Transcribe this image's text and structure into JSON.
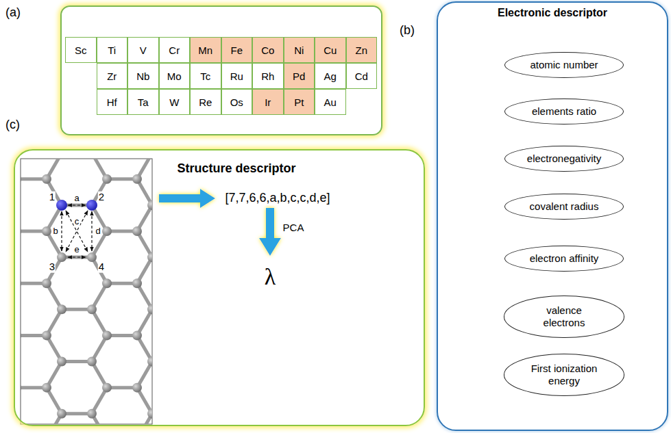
{
  "diagram": {
    "nodes": [
      {
        "text": [
          "(a)"
        ]
      },
      {
        "text": [
          "Sc"
        ],
        "in": 0
      },
      {
        "text": [
          "Ti"
        ],
        "in": 0
      },
      {
        "text": [
          "V"
        ],
        "in": 0
      },
      {
        "text": [
          "Cr"
        ],
        "in": 0
      },
      {
        "text": [
          "Mn"
        ],
        "in": 0
      },
      {
        "text": [
          "Fe"
        ],
        "in": 0
      },
      {
        "text": [
          "Co"
        ],
        "in": 0
      },
      {
        "text": [
          "Ni"
        ],
        "in": 0
      },
      {
        "text": [
          "Cu"
        ],
        "in": 0
      },
      {
        "text": [
          "Zn"
        ],
        "in": 0
      },
      {
        "text": [
          "Zr"
        ],
        "in": 0
      },
      {
        "text": [
          "Nb"
        ],
        "in": 0
      },
      {
        "text": [
          "Mo"
        ],
        "in": 0
      },
      {
        "text": [
          "Tc"
        ],
        "in": 0
      },
      {
        "text": [
          "Ru"
        ],
        "in": 0
      },
      {
        "text": [
          "Rh"
        ],
        "in": 0
      },
      {
        "text": [
          "Pd"
        ],
        "in": 0
      },
      {
        "text": [
          "Ag"
        ],
        "in": 0
      },
      {
        "text": [
          "Cd"
        ],
        "in": 0
      },
      {
        "text": [
          "Hf"
        ],
        "in": 0
      },
      {
        "text": [
          "Ta"
        ],
        "in": 0
      },
      {
        "text": [
          "W"
        ],
        "in": 0
      },
      {
        "text": [
          "Re"
        ],
        "in": 0
      },
      {
        "text": [
          "Os"
        ],
        "in": 0
      },
      {
        "text": [
          "Ir"
        ],
        "in": 0
      },
      {
        "text": [
          "Pt"
        ],
        "in": 0
      },
      {
        "text": [
          "Au"
        ],
        "in": 0
      },
      {
        "text": [
          "(b)",
          "Electronic descriptor"
        ]
      },
      {
        "text": [
          "atomic number"
        ],
        "in": 28
      },
      {
        "text": [
          "elements ratio"
        ],
        "in": 28
      },
      {
        "text": [
          "electronegativity"
        ],
        "in": 28
      },
      {
        "text": [
          "covalent radius"
        ],
        "in": 28
      },
      {
        "text": [
          "electron affinity"
        ],
        "in": 28
      },
      {
        "text": [
          "valence electrons"
        ],
        "in": 28
      },
      {
        "text": [
          "First ionization energy"
        ],
        "in": 28
      },
      {
        "text": [
          "(c)",
          "Structure descriptor"
        ]
      }
    ],
    "labels": [
      "[7,7,6,6,a,b,c,c,d,e]",
      "PCA",
      "λ",
      "1",
      "2",
      "3",
      "4",
      "a",
      "b",
      "c",
      "d",
      "e"
    ]
  }
}
